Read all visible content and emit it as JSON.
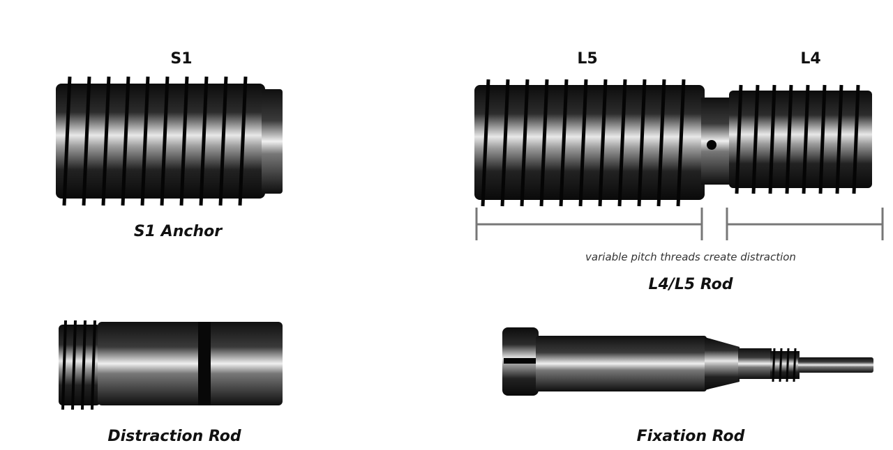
{
  "labels": {
    "s1": "S1",
    "l5": "L5",
    "l4": "L4"
  },
  "captions": {
    "s1_anchor": "S1 Anchor",
    "l4l5_rod": "L4/L5 Rod",
    "distraction_rod": "Distraction Rod",
    "fixation_rod": "Fixation Rod"
  },
  "annotation": "variable pitch threads create distraction",
  "colors": {
    "metal_dark": "#151515",
    "metal_mid": "#3a3a3a",
    "metal_highlight": "#e6e6e6",
    "bracket": "#777777"
  }
}
